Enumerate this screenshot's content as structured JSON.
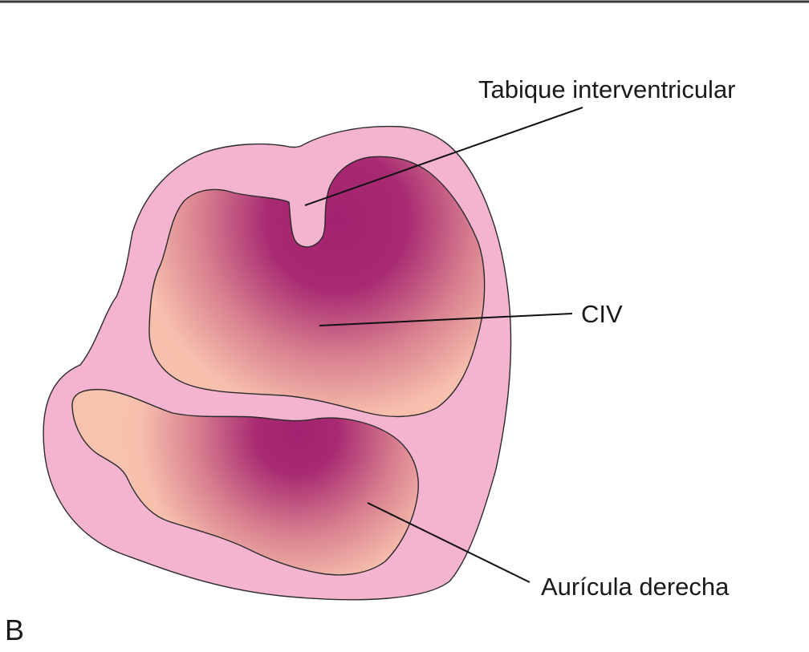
{
  "labels": {
    "septum": "Tabique interventricular",
    "vsd": "CIV",
    "right_atrium": "Aurícula derecha",
    "panel": "B"
  },
  "colors": {
    "outer_tissue": "#f4b3cf",
    "chamber_light": "#f7bfad",
    "chamber_dark": "#a3226f",
    "top_rule": "#3a3a3a",
    "line": "#111111"
  }
}
